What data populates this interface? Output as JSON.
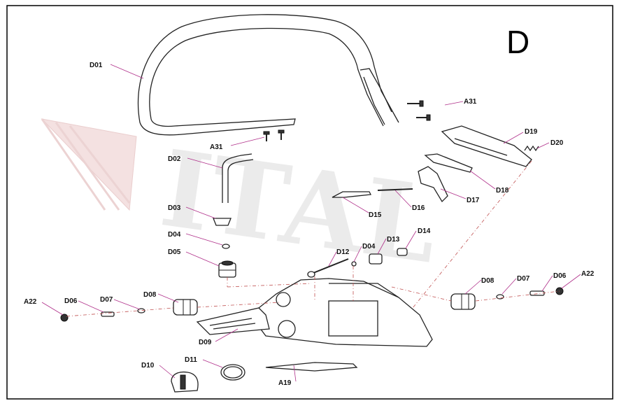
{
  "page_letter": "D",
  "watermark": "ITAL",
  "labels": {
    "D01": "D01",
    "A31a": "A31",
    "A31b": "A31",
    "D02": "D02",
    "D03": "D03",
    "D04a": "D04",
    "D05": "D05",
    "D19": "D19",
    "D20": "D20",
    "D18": "D18",
    "D17": "D17",
    "D16": "D16",
    "D15": "D15",
    "D14": "D14",
    "D13": "D13",
    "D04b": "D04",
    "D12": "D12",
    "A22a": "A22",
    "D06a": "D06",
    "D07a": "D07",
    "D08a": "D08",
    "D09": "D09",
    "D08b": "D08",
    "D07b": "D07",
    "D06b": "D06",
    "A22b": "A22",
    "D10": "D10",
    "D11": "D11",
    "A19": "A19"
  },
  "colors": {
    "leader": "#b0308a",
    "centerline": "#c05050",
    "watermark": "#e9e9e9"
  }
}
